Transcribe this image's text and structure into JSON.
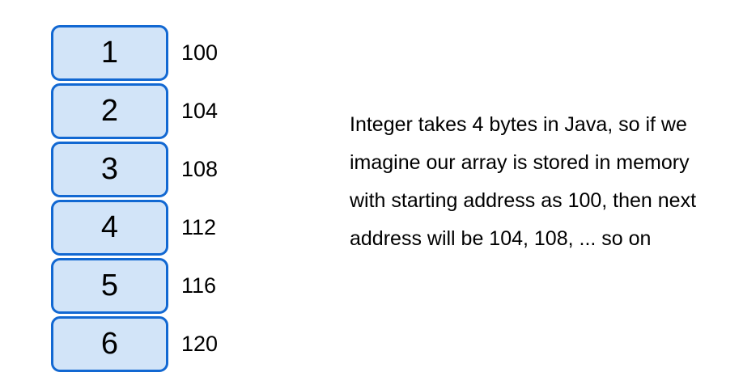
{
  "colors": {
    "background": "#ffffff",
    "box_fill": "#d2e4f8",
    "box_border": "#1268d2",
    "text": "#000000"
  },
  "array": {
    "cells": [
      {
        "value": "1",
        "address": "100"
      },
      {
        "value": "2",
        "address": "104"
      },
      {
        "value": "3",
        "address": "108"
      },
      {
        "value": "4",
        "address": "112"
      },
      {
        "value": "5",
        "address": "116"
      },
      {
        "value": "6",
        "address": "120"
      }
    ]
  },
  "note": {
    "lines": [
      "Integer takes 4 bytes in Java, so if we",
      "imagine our array is stored in memory",
      "with starting address as 100, then next",
      "address will be 104, 108, ... so on"
    ]
  }
}
